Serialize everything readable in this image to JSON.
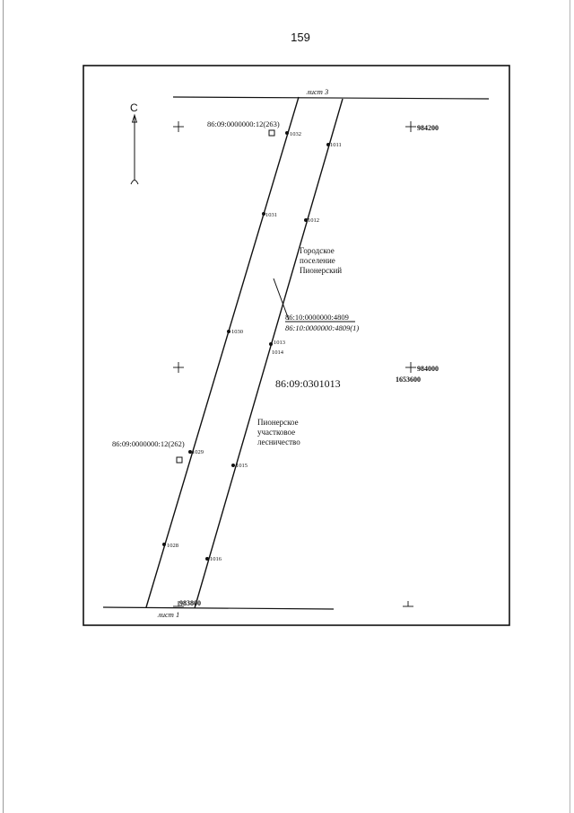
{
  "page_number": "159",
  "north_label": "С",
  "sheet_top": "лист 3",
  "sheet_bottom": "лист 1",
  "grid_labels": {
    "y_984200": "984200",
    "y_984000": "984000",
    "x_1653600": "1653600",
    "y_983800": "983800"
  },
  "parcels": {
    "parcel_263": "86:09:0000000:12(263)",
    "parcel_262": "86:09:0000000:12(262)",
    "main_number": "86:09:0301013",
    "boundary_4809": "86:10:0000000:4809",
    "boundary_4809_1": "86:10:0000000:4809(1)"
  },
  "areas": {
    "settlement_line1": "Городское",
    "settlement_line2": "поселение",
    "settlement_line3": "Пионерский",
    "forestry_line1": "Пионерское",
    "forestry_line2": "участковое",
    "forestry_line3": "лесничество"
  },
  "points": {
    "p1011": "1011",
    "p1012": "1012",
    "p1013": "1013",
    "p1014": "1014",
    "p1015": "1015",
    "p1016": "1016",
    "p1028": "1028",
    "p1029": "1029",
    "p1030": "1030",
    "p1031": "1031",
    "p1032": "1032"
  }
}
